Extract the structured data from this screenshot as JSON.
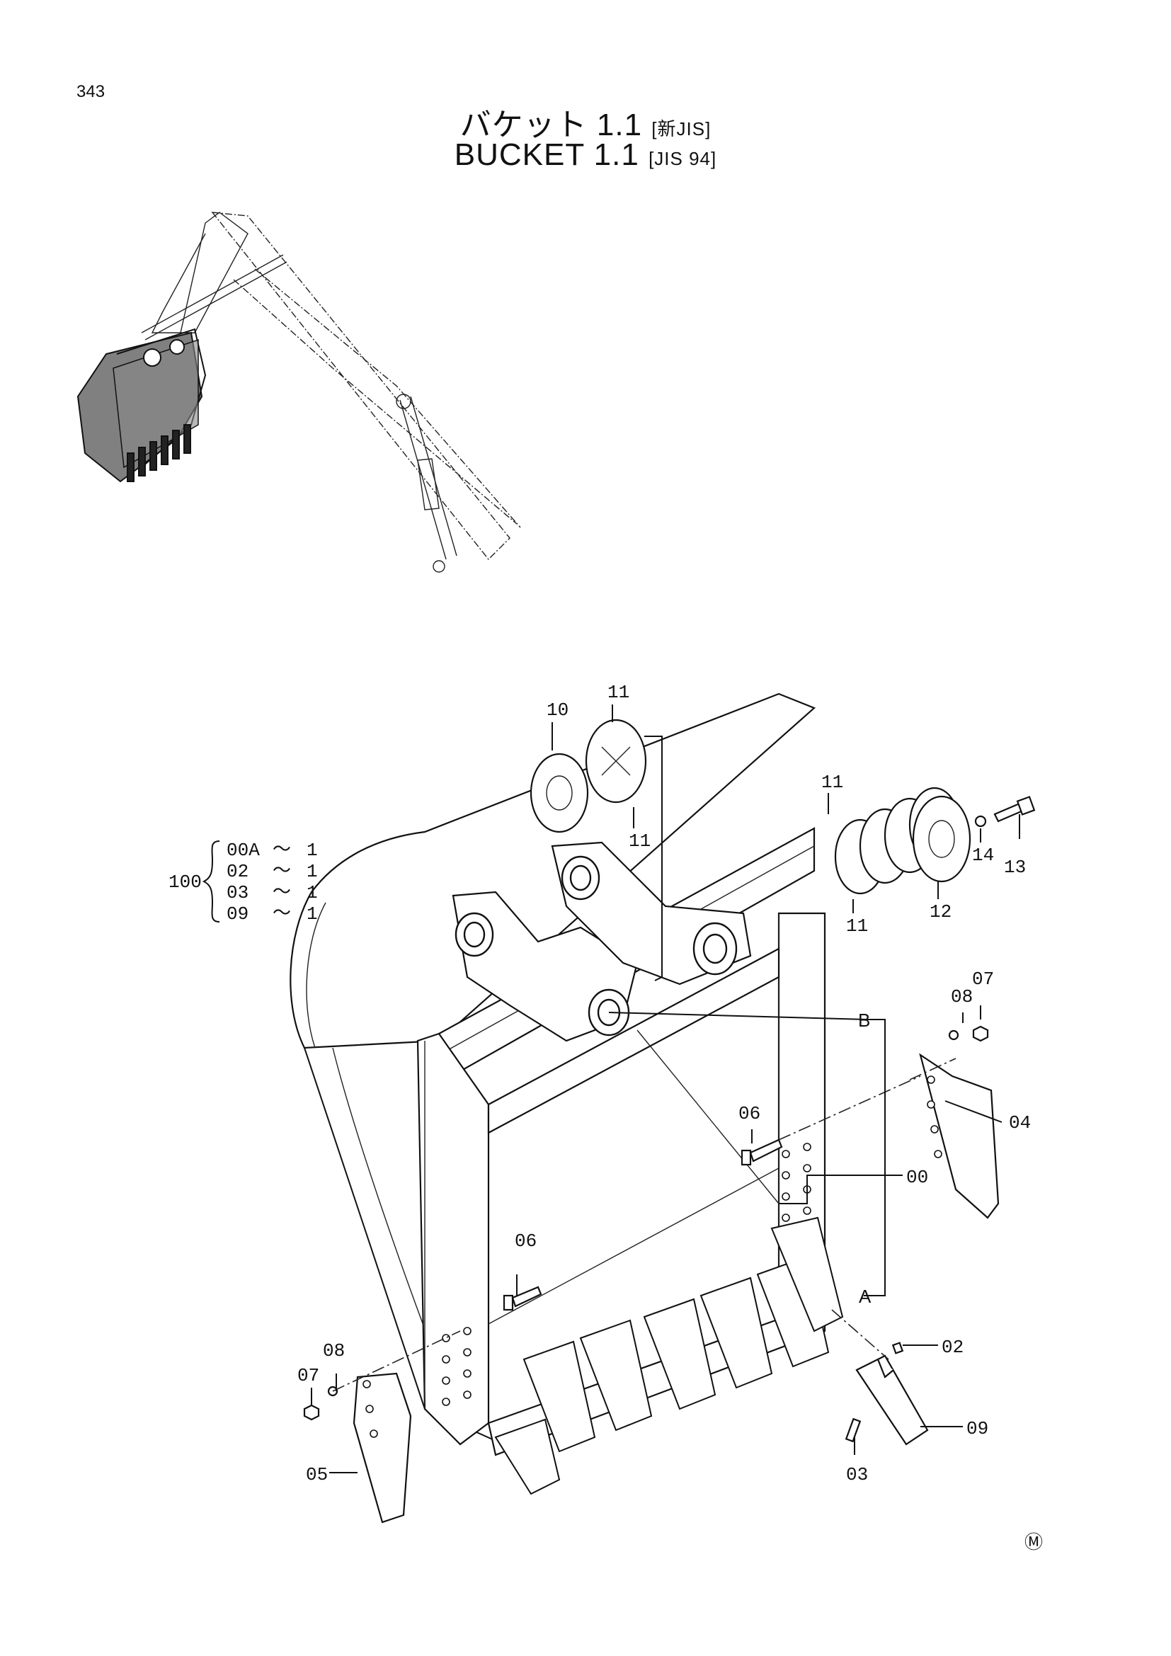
{
  "page_number": "343",
  "title_jp": "バケット 1.1",
  "title_jp_tag": "[新JIS]",
  "title_en": "BUCKET 1.1",
  "title_en_tag": "[JIS 94]",
  "assembly": {
    "number": "100",
    "items": [
      {
        "part": "00A",
        "sep": "〜",
        "qty": "1"
      },
      {
        "part": "02",
        "sep": "〜",
        "qty": "1"
      },
      {
        "part": "03",
        "sep": "〜",
        "qty": "1"
      },
      {
        "part": "09",
        "sep": "〜",
        "qty": "1"
      }
    ]
  },
  "callouts": {
    "p00": "00",
    "p02": "02",
    "p03": "03",
    "p04": "04",
    "p05": "05",
    "p06a": "06",
    "p06b": "06",
    "p07a": "07",
    "p07b": "07",
    "p08a": "08",
    "p08b": "08",
    "p09": "09",
    "p10": "10",
    "p11a": "11",
    "p11b": "11",
    "p11c": "11",
    "p11d": "11",
    "p12": "12",
    "p13": "13",
    "p14": "14",
    "ref_a": "A",
    "ref_b": "B"
  },
  "mark": "Ⓜ"
}
